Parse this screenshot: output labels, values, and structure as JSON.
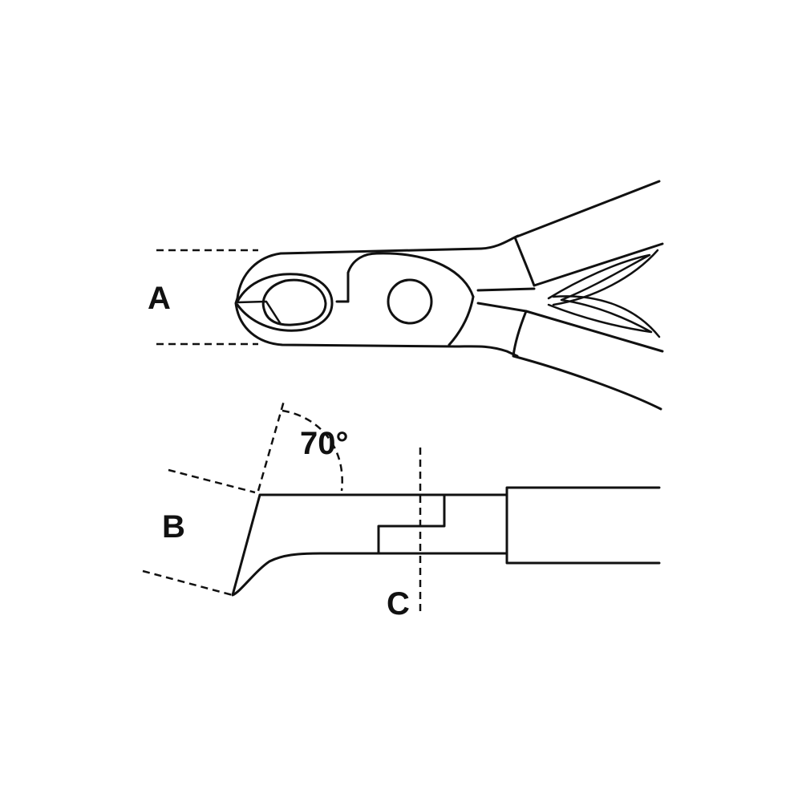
{
  "labels": {
    "a": "A",
    "b": "B",
    "c": "C",
    "angle": "70°"
  },
  "colors": {
    "line": "#111111",
    "background": "#ffffff"
  }
}
